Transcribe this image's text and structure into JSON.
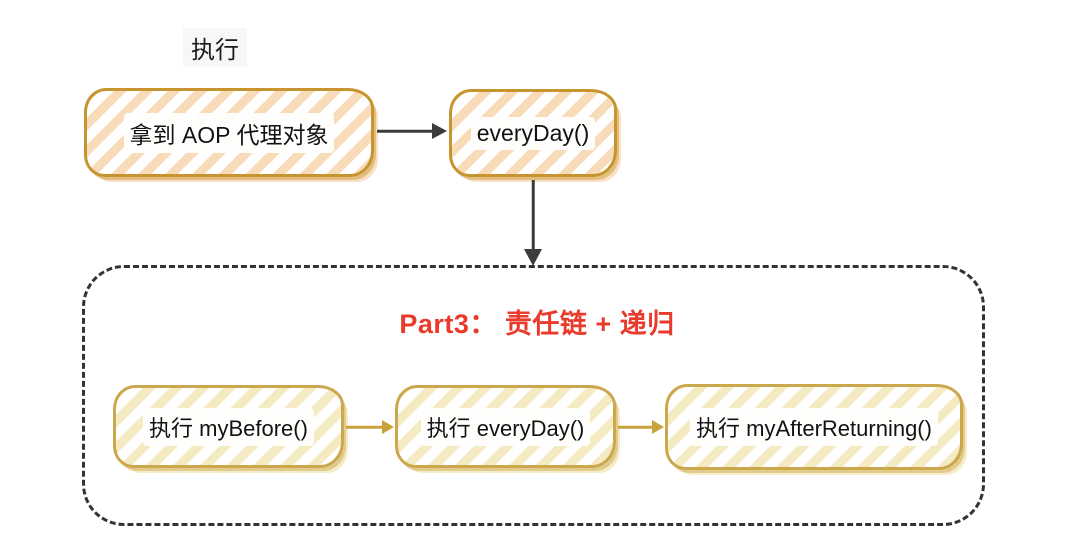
{
  "colors": {
    "background": "#ffffff",
    "top_box_border": "#C6952F",
    "top_box_hatch": "#F8DCBA",
    "bottom_box_border": "#CBA74E",
    "bottom_box_hatch": "#F5EBC2",
    "dark_arrow": "#3C3C3C",
    "gold_arrow": "#C9A23B",
    "part3_title_red": "#E93A2C",
    "dashed_border": "#333333"
  },
  "top_flow": {
    "execute_label": "执行",
    "nodes": [
      {
        "label": "拿到 AOP 代理对象"
      },
      {
        "label": "everyDay()"
      }
    ]
  },
  "part3": {
    "title": "Part3： 责任链 + 递归",
    "nodes": [
      {
        "label": "执行 myBefore()"
      },
      {
        "label": "执行 everyDay()"
      },
      {
        "label": "执行 myAfterReturning()"
      }
    ]
  }
}
